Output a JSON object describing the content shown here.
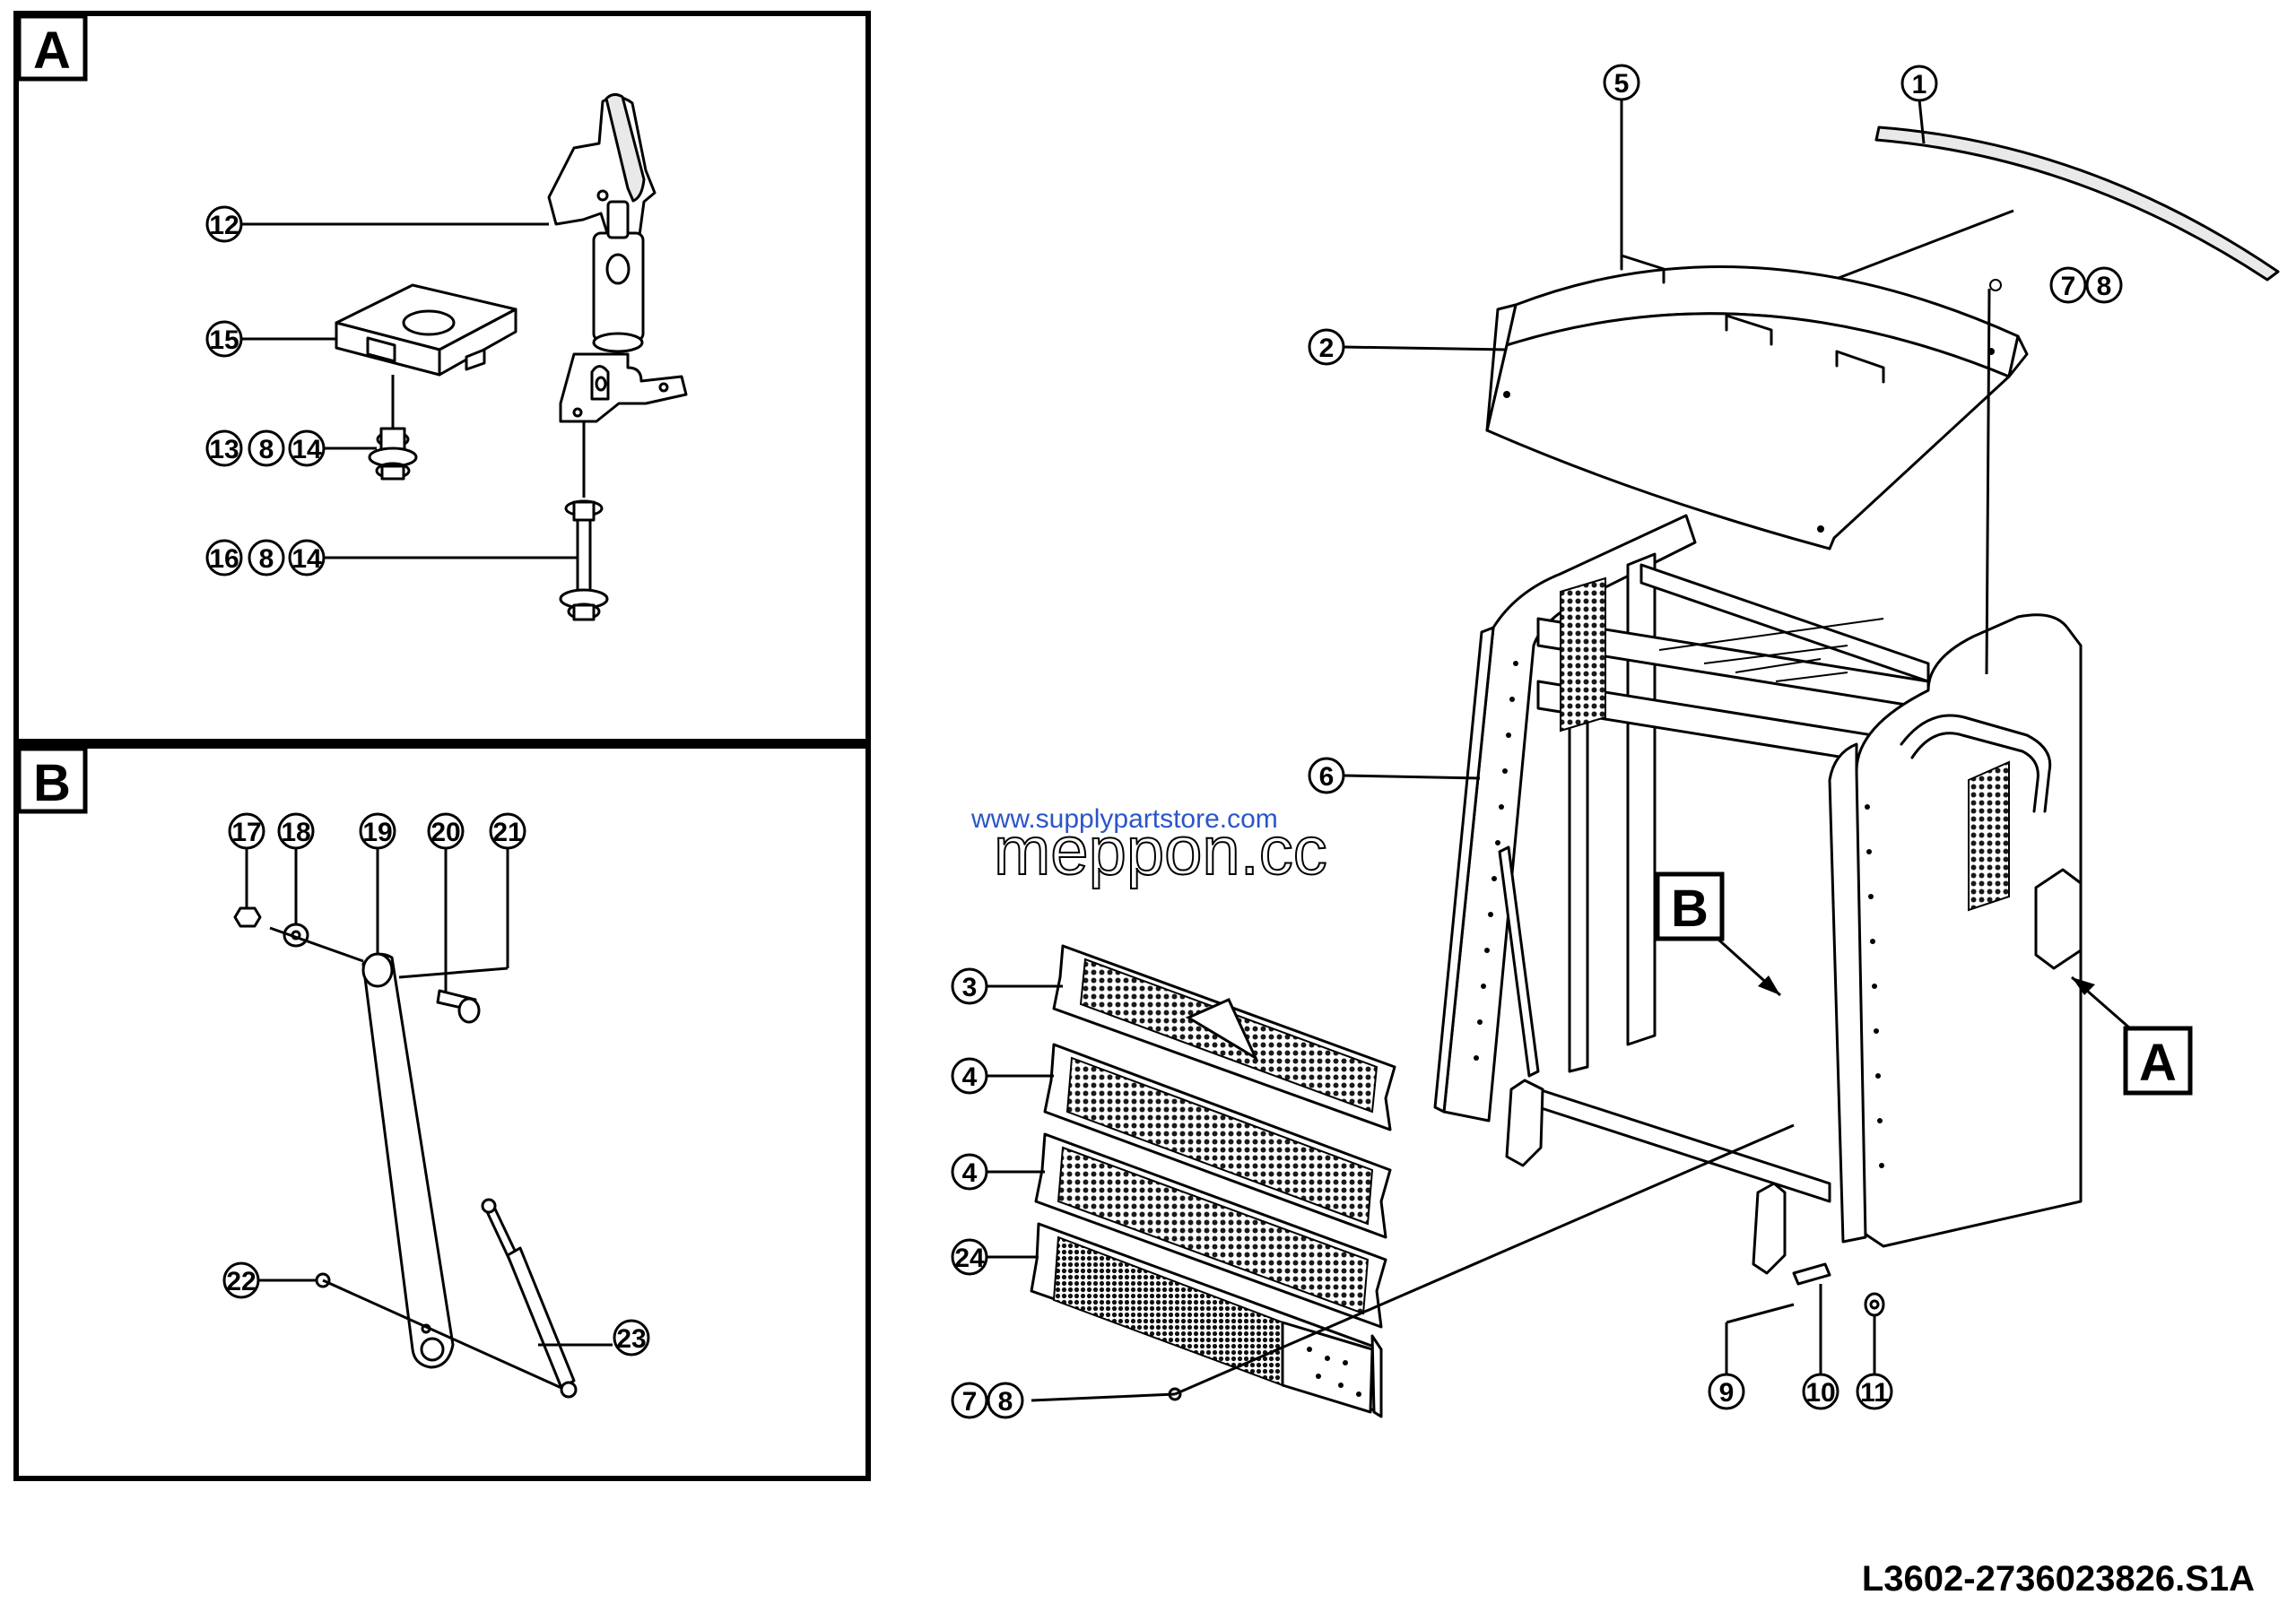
{
  "drawing_number": "L3602-2736023826.S1A",
  "watermarks": {
    "url_text": "www.supplypartstore.com",
    "brand_text": "meppon.cc"
  },
  "detail_panels": [
    {
      "id": "A",
      "label": "A"
    },
    {
      "id": "B",
      "label": "B"
    }
  ],
  "section_references": [
    {
      "id": "A",
      "label": "A"
    },
    {
      "id": "B",
      "label": "B"
    }
  ],
  "callouts": {
    "main": [
      {
        "id": "m1",
        "text": "1"
      },
      {
        "id": "m5",
        "text": "5"
      },
      {
        "id": "m7a",
        "text": "7"
      },
      {
        "id": "m8a",
        "text": "8"
      },
      {
        "id": "m2",
        "text": "2"
      },
      {
        "id": "m6",
        "text": "6"
      },
      {
        "id": "m3",
        "text": "3"
      },
      {
        "id": "m4a",
        "text": "4"
      },
      {
        "id": "m4b",
        "text": "4"
      },
      {
        "id": "m24",
        "text": "24"
      },
      {
        "id": "m7b",
        "text": "7"
      },
      {
        "id": "m8b",
        "text": "8"
      },
      {
        "id": "m9",
        "text": "9"
      },
      {
        "id": "m10",
        "text": "10"
      },
      {
        "id": "m11",
        "text": "11"
      }
    ],
    "panel_a": [
      {
        "id": "a12",
        "text": "12"
      },
      {
        "id": "a15",
        "text": "15"
      },
      {
        "id": "a13",
        "text": "13"
      },
      {
        "id": "a8a",
        "text": "8"
      },
      {
        "id": "a14a",
        "text": "14"
      },
      {
        "id": "a16",
        "text": "16"
      },
      {
        "id": "a8b",
        "text": "8"
      },
      {
        "id": "a14b",
        "text": "14"
      }
    ],
    "panel_b": [
      {
        "id": "b17",
        "text": "17"
      },
      {
        "id": "b18",
        "text": "18"
      },
      {
        "id": "b19",
        "text": "19"
      },
      {
        "id": "b20",
        "text": "20"
      },
      {
        "id": "b21",
        "text": "21"
      },
      {
        "id": "b22",
        "text": "22"
      },
      {
        "id": "b23",
        "text": "23"
      }
    ]
  }
}
